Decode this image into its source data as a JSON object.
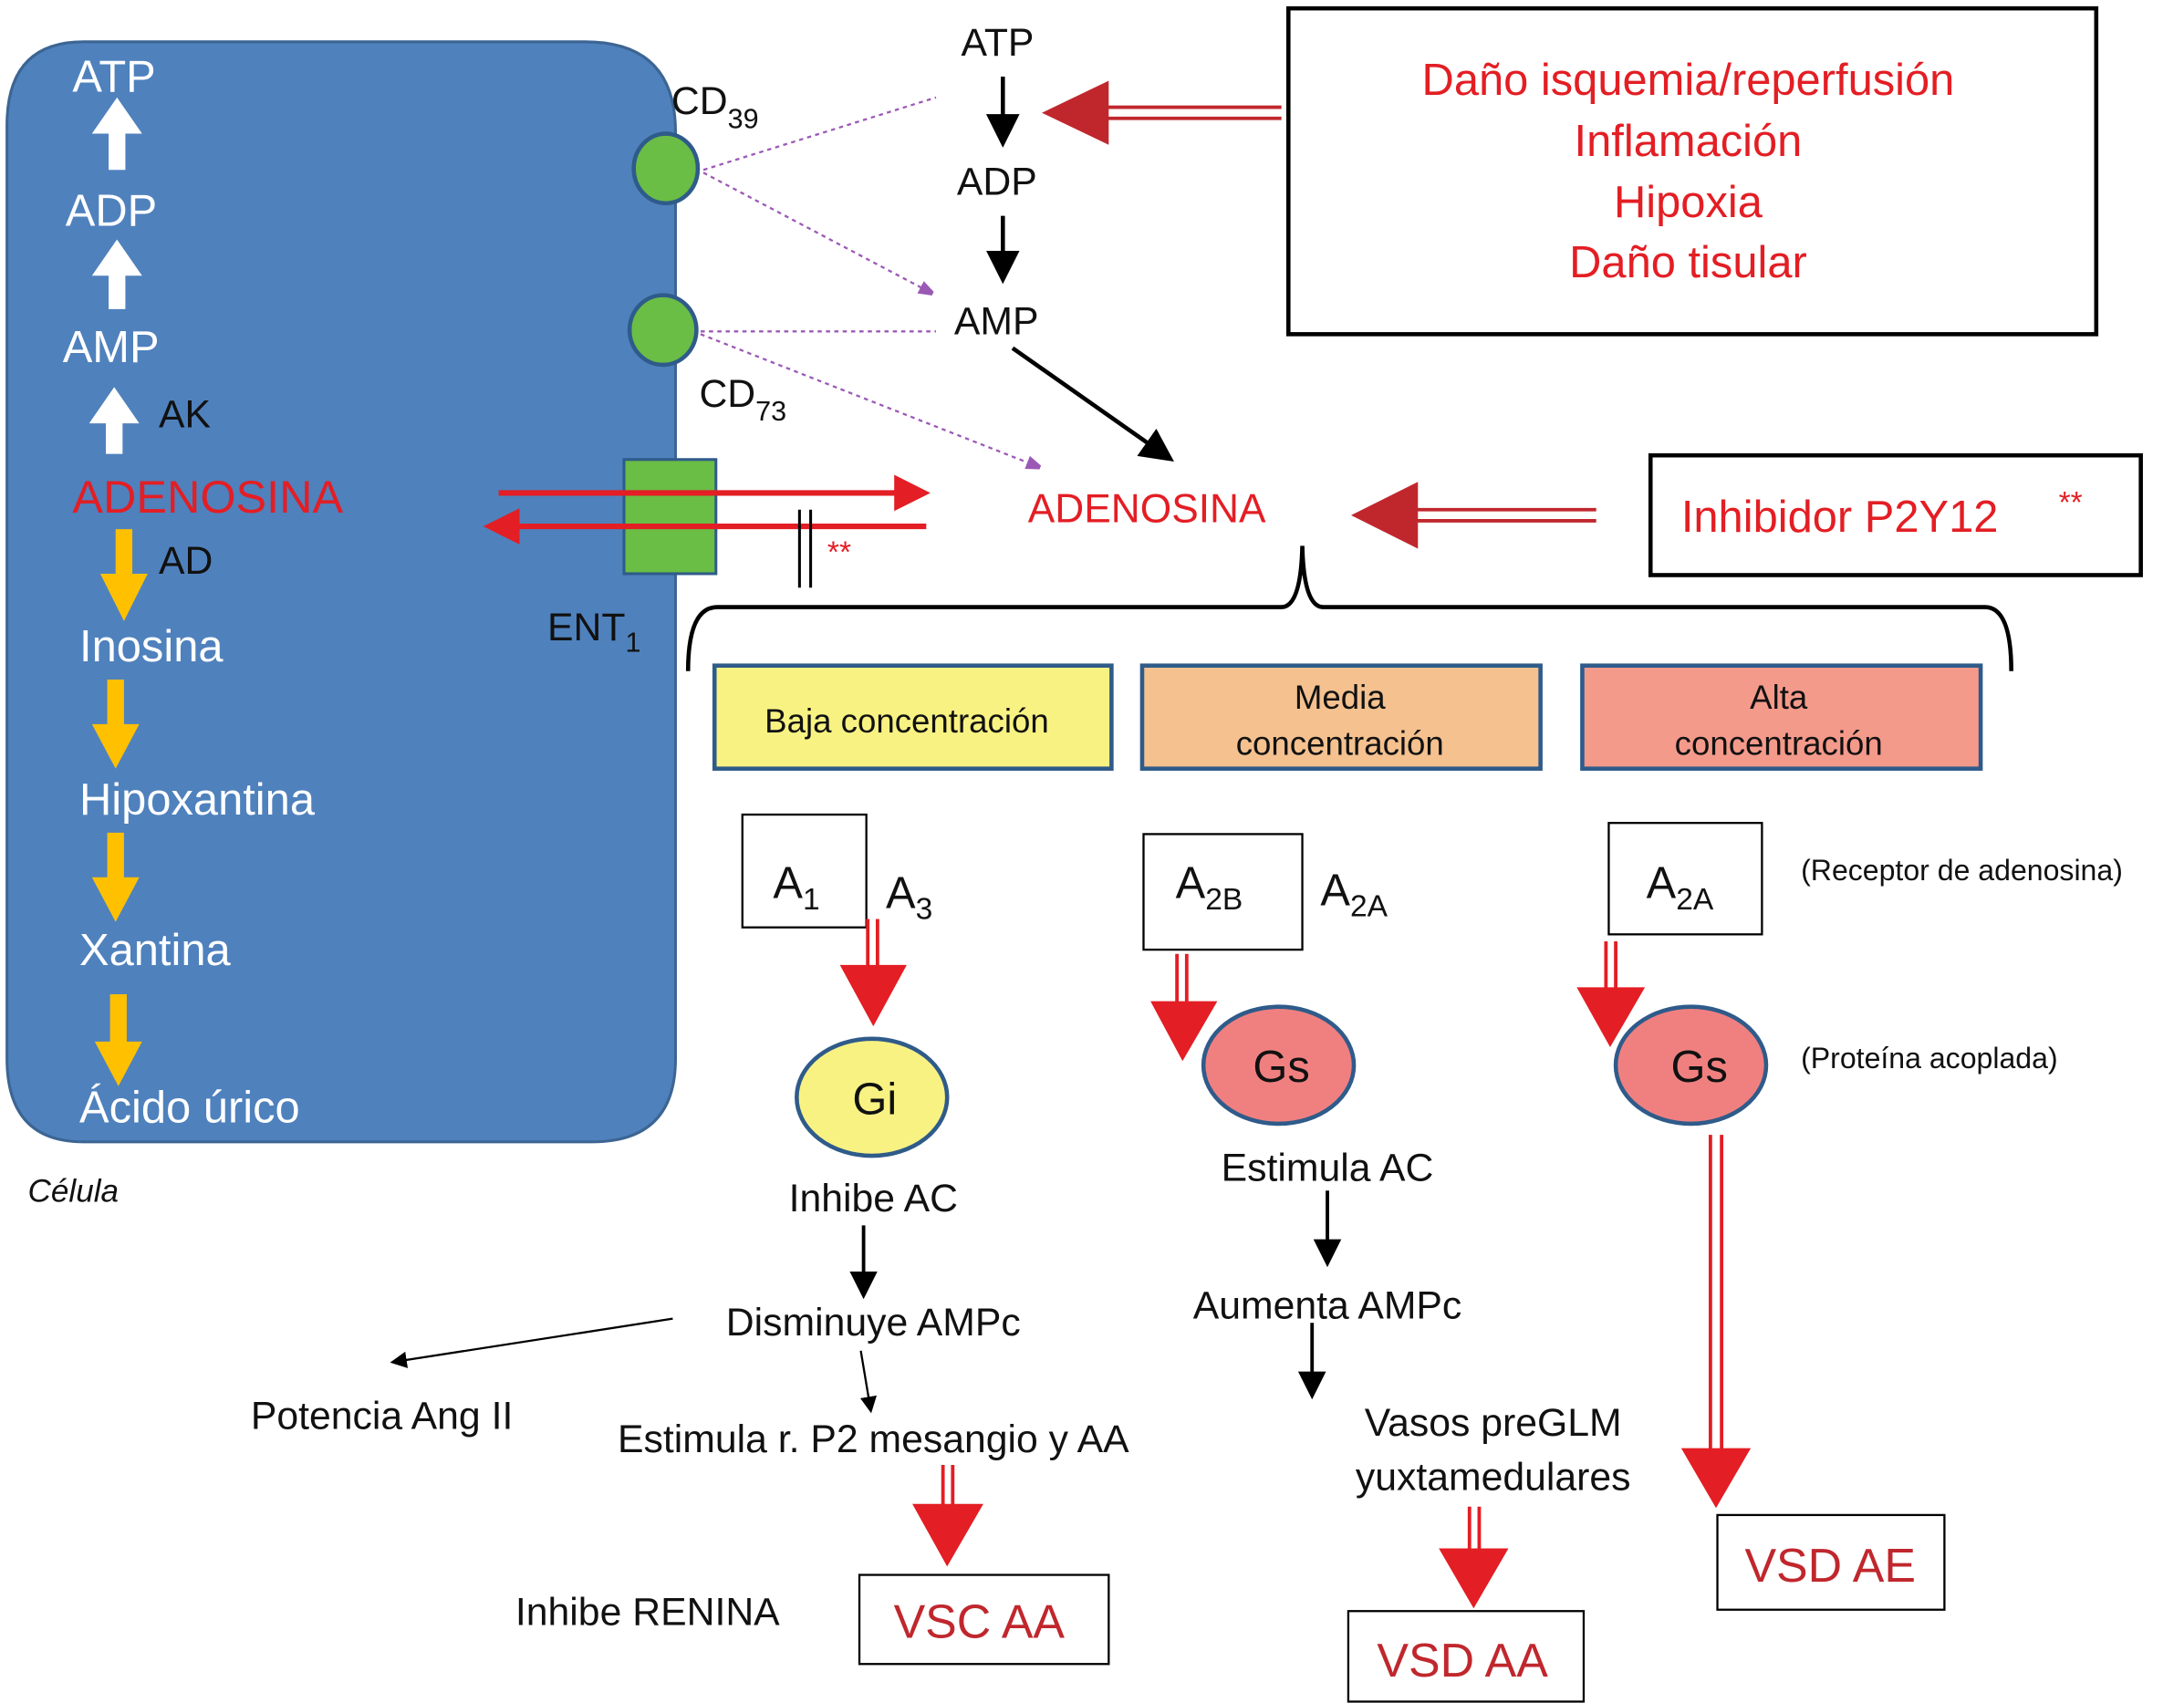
{
  "cell": {
    "label": "Célula",
    "steps": [
      "ATP",
      "ADP",
      "AMP",
      "ADENOSINA",
      "Inosina",
      "Hipoxantina",
      "Xantina",
      "Ácido úrico"
    ],
    "enzyme_ak": "AK",
    "enzyme_ad": "AD",
    "color": "#4f81bd"
  },
  "membrane": {
    "cd39": {
      "main": "CD",
      "sub": "39"
    },
    "cd73": {
      "main": "CD",
      "sub": "73"
    },
    "ent1": {
      "main": "ENT",
      "sub": "1"
    },
    "inhibit_mark": "**"
  },
  "extracellular": {
    "atp": "ATP",
    "adp": "ADP",
    "amp": "AMP",
    "adenosina": "ADENOSINA"
  },
  "causes_box": {
    "lines": [
      "Daño isquemia/reperfusión",
      "Inflamación",
      "Hipoxia",
      "Daño tisular"
    ]
  },
  "inhibitor_box": {
    "label": "Inhibidor P2Y12",
    "mark": "**"
  },
  "concentrations": [
    {
      "lines": [
        "Baja concentración"
      ],
      "color": "#f8f283"
    },
    {
      "lines": [
        "Media",
        "concentración"
      ],
      "color": "#f4c18f"
    },
    {
      "lines": [
        "Alta",
        "concentración"
      ],
      "color": "#f49a8a"
    }
  ],
  "receptors": {
    "low": {
      "boxed": {
        "main": "A",
        "sub": "1"
      },
      "other": {
        "main": "A",
        "sub": "3"
      }
    },
    "medium": {
      "boxed": {
        "main": "A",
        "sub": "2B"
      },
      "other": {
        "main": "A",
        "sub": "2A"
      }
    },
    "high": {
      "boxed": {
        "main": "A",
        "sub": "2A"
      }
    },
    "note": "(Receptor de adenosina)"
  },
  "proteins": {
    "low": "Gi",
    "medium": "Gs",
    "high": "Gs",
    "note": "(Proteína acoplada)"
  },
  "low_path": {
    "step1": "Inhibe AC",
    "step2": "Disminuye AMPc",
    "side": "Potencia Ang II",
    "step3": "Estimula r. P2 mesangio y AA",
    "renina": "Inhibe RENINA",
    "outcome": "VSC AA"
  },
  "medium_path": {
    "step1": "Estimula AC",
    "step2": "Aumenta AMPc",
    "step3a": "Vasos preGLM",
    "step3b": "yuxtamedulares",
    "outcome": "VSD AA"
  },
  "high_path": {
    "outcome": "VSD AE"
  }
}
